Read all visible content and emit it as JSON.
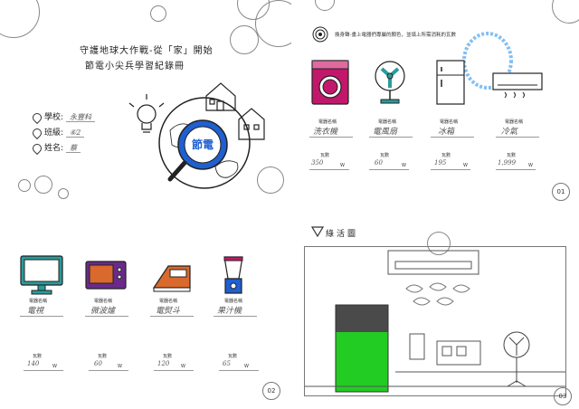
{
  "cover": {
    "title_line1": "守護地球大作戰-從「家」開始",
    "title_line2": "節電小尖兵學習紀錄冊",
    "logo_text": "節電",
    "fields": [
      {
        "label": "學校:",
        "value": "永豐科"
      },
      {
        "label": "班級:",
        "value": "⑥2"
      },
      {
        "label": "姓名:",
        "value": "蔡"
      }
    ]
  },
  "page01": {
    "instruction": "換身聲-畫上電器們專屬的顏色，並填上所需消耗的瓦數",
    "page_number": "01",
    "appliance_label": "電器名稱",
    "watt_label": "瓦數",
    "watt_unit": "W",
    "appliances": [
      {
        "icon": "washing-machine-icon",
        "name": "洗衣機",
        "watts": "350"
      },
      {
        "icon": "fan-icon",
        "name": "電風扇",
        "watts": "60"
      },
      {
        "icon": "refrigerator-icon",
        "name": "冰箱",
        "watts": "195"
      },
      {
        "icon": "air-conditioner-icon",
        "name": "冷氣",
        "watts": "1,999"
      }
    ]
  },
  "page02": {
    "page_number": "02",
    "appliance_label": "電器名稱",
    "watt_label": "瓦數",
    "watt_unit": "W",
    "appliances": [
      {
        "icon": "monitor-icon",
        "name": "電視",
        "watts": "140"
      },
      {
        "icon": "microwave-icon",
        "name": "微波爐",
        "watts": "60"
      },
      {
        "icon": "iron-icon",
        "name": "電熨斗",
        "watts": "120"
      },
      {
        "icon": "blender-icon",
        "name": "果汁機",
        "watts": "65"
      }
    ]
  },
  "page03": {
    "title": "綠活圖",
    "page_number": "03"
  },
  "colors": {
    "magenta": "#c2186b",
    "teal": "#2a9b9b",
    "blue": "#1f5fd0",
    "orange": "#d9692c",
    "purple": "#6a2a8a",
    "green": "#22cc22",
    "dark_gray": "#4a4a4a"
  }
}
